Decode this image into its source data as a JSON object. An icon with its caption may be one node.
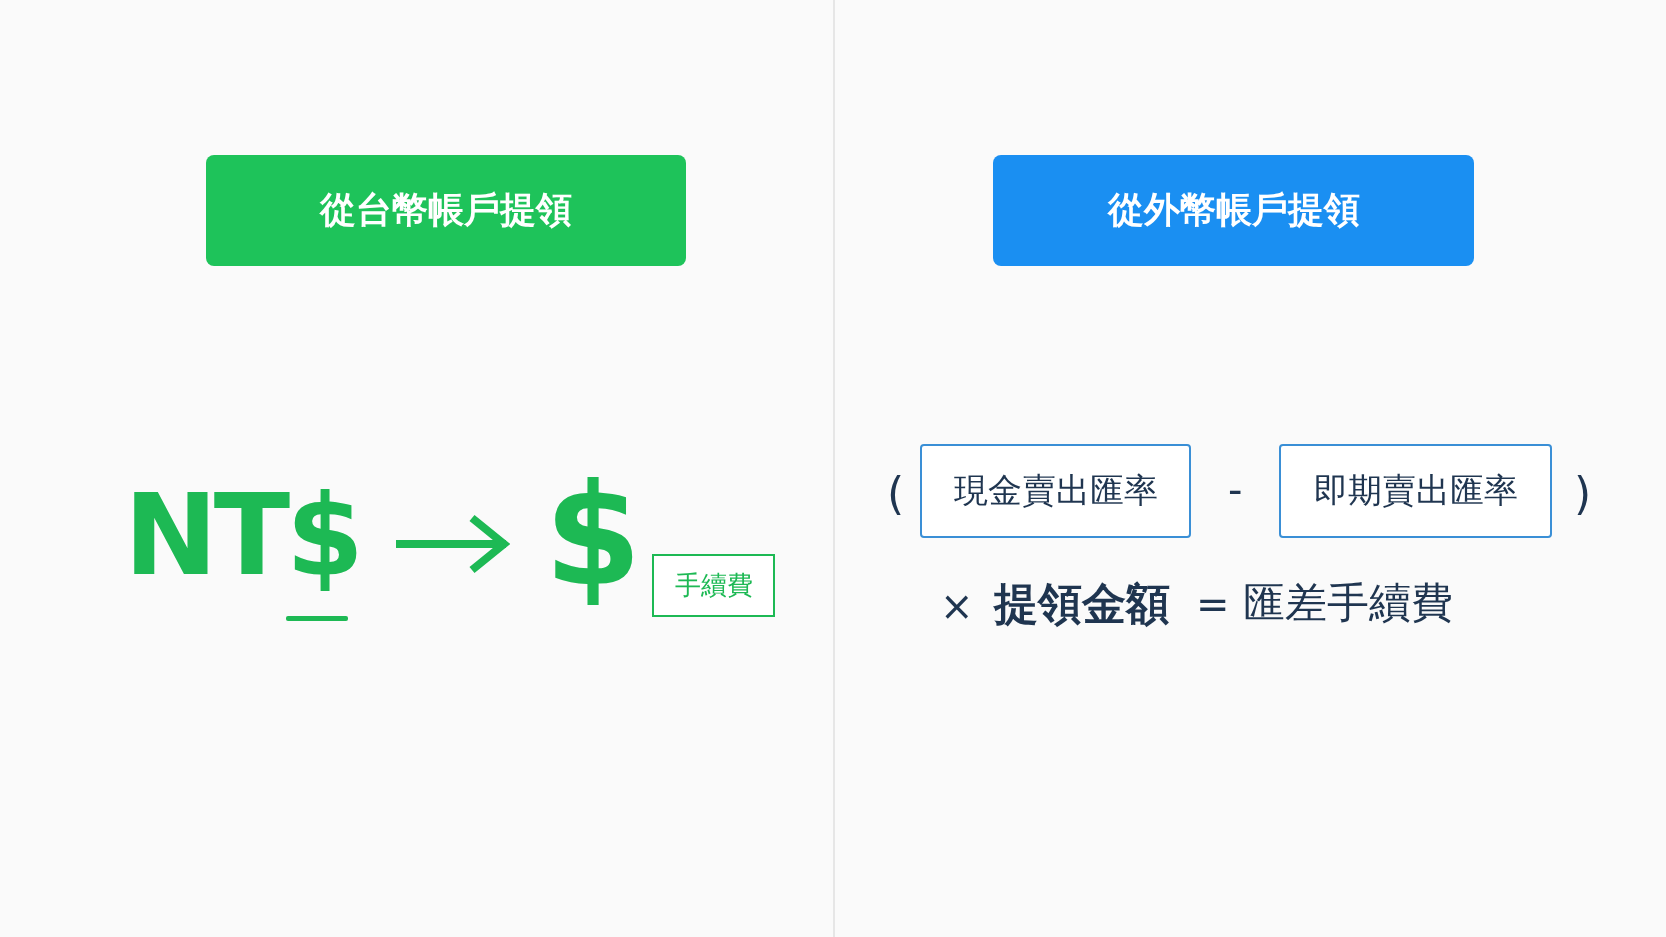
{
  "diagram": {
    "nodes": [
      {
        "text": [
          "從台幣帳戶提領"
        ]
      },
      {
        "text": [
          "從外幣帳戶提領"
        ]
      },
      {
        "text": [
          "NT$"
        ]
      },
      {
        "text": [
          "$"
        ]
      },
      {
        "text": [
          "手續費"
        ]
      },
      {
        "text": [
          "現金賣出匯率"
        ]
      },
      {
        "text": [
          "即期賣出匯率"
        ]
      }
    ],
    "edges": [
      {
        "from": 2,
        "to": 3,
        "arrow": "to"
      }
    ],
    "labels": [
      "(",
      "-",
      ")",
      "×",
      "提領金額",
      "=",
      "匯差手續費"
    ]
  }
}
